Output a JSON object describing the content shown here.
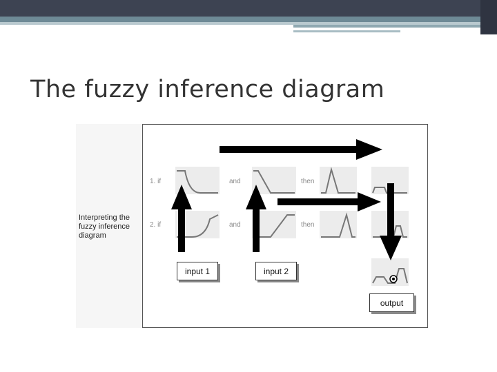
{
  "slide": {
    "title": "The fuzzy inference diagram"
  },
  "caption": {
    "text": "Interpreting the fuzzy inference diagram"
  },
  "rules": [
    {
      "index": "1. if",
      "connector": "and",
      "consequent": "then"
    },
    {
      "index": "2. if",
      "connector": "and",
      "consequent": "then"
    }
  ],
  "inputs": {
    "input1": "input 1",
    "input2": "input 2"
  },
  "output": {
    "label": "output"
  },
  "colors": {
    "header": "#3d4352",
    "accent": "#6e8a96",
    "panel": "#ececec",
    "arrow": "#000000",
    "curve": "#777777"
  }
}
